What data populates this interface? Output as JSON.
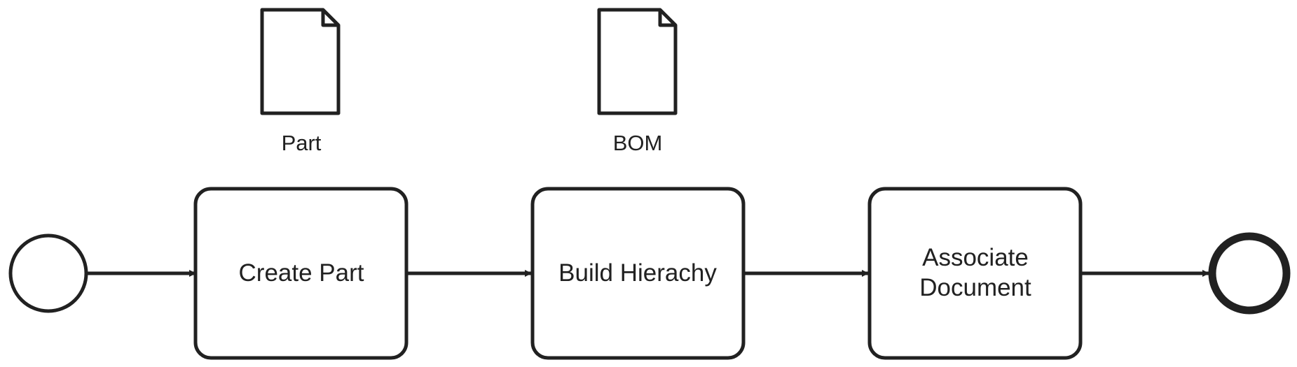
{
  "diagram": {
    "data_objects": [
      {
        "label": "Part"
      },
      {
        "label": "BOM"
      }
    ],
    "tasks": [
      {
        "lines": [
          "Create Part"
        ]
      },
      {
        "lines": [
          "Build Hierachy"
        ]
      },
      {
        "lines": [
          "Associate",
          "Document"
        ]
      }
    ],
    "colors": {
      "stroke": "#212121",
      "fill": "#ffffff",
      "text": "#212121"
    }
  }
}
